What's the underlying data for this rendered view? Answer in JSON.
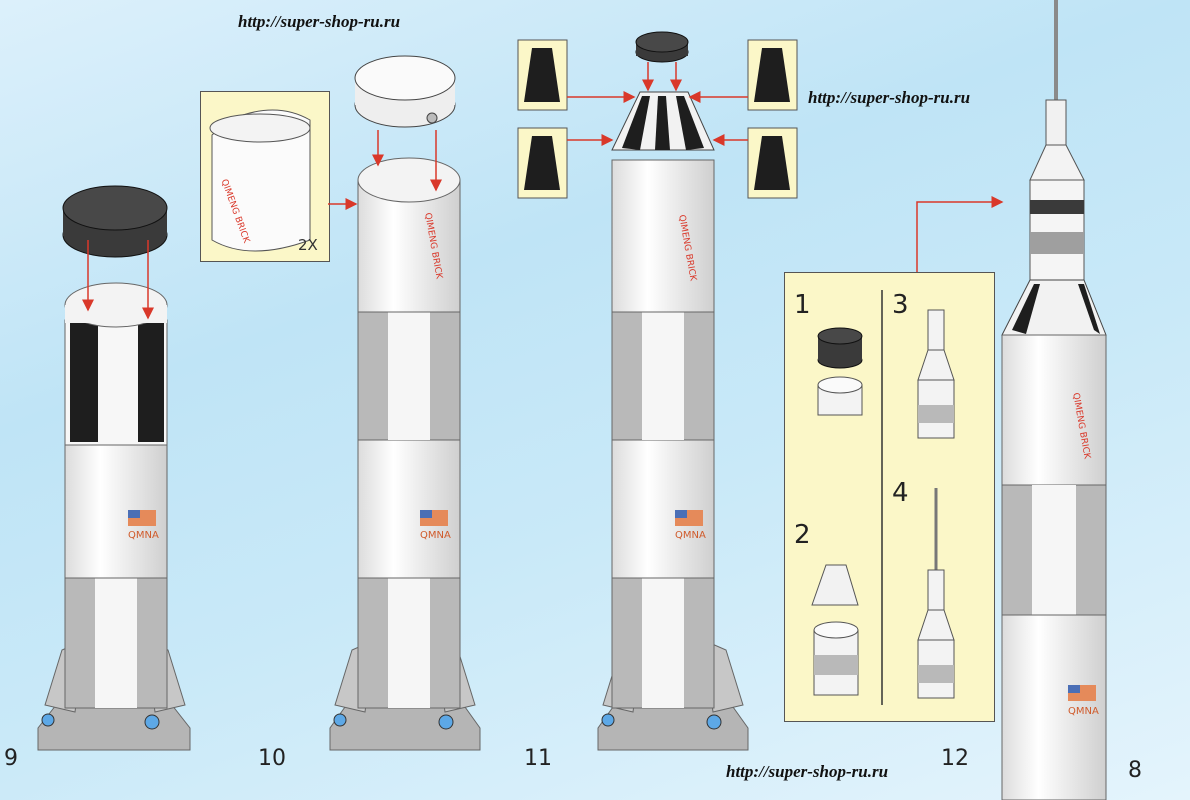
{
  "urls": {
    "top": "http://super-shop-ru.ru",
    "right": "http://super-shop-ru.ru",
    "bottom": "http://super-shop-ru.ru"
  },
  "steps": {
    "s9": "9",
    "s10": "10",
    "s11": "11",
    "s12": "12",
    "s8": "8"
  },
  "callout_10": {
    "quantity": "2X",
    "brand": "QIMENG BRICK"
  },
  "callout_12": {
    "sub1": "1",
    "sub2": "2",
    "sub3": "3",
    "sub4": "4"
  },
  "rocket_brand": "QIMENG BRICK",
  "flag_label": "QMNA",
  "colors": {
    "background": "#c9e9f8",
    "callout": "#fbf7c8",
    "arrow": "#d9382a",
    "dark_brick": "#3a3a3a",
    "grey_brick": "#b9b9b9",
    "white_brick": "#f7f7f7"
  }
}
